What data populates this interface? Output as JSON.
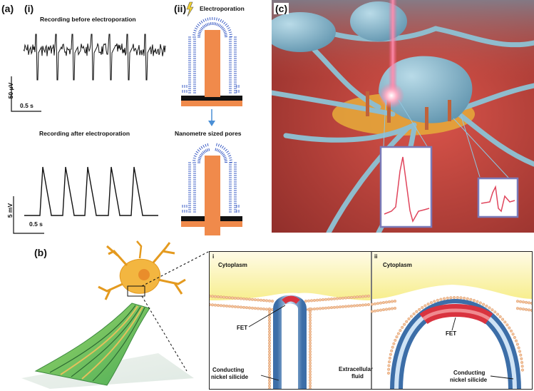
{
  "panel_a": {
    "label": "(a)",
    "sub_i": "(i)",
    "sub_ii": "(ii)",
    "trace_before_title": "Recording before electroporation",
    "trace_after_title": "Recording after electroporation",
    "scale_top_v": "50 μV",
    "scale_top_t": "0.5 s",
    "scale_bottom_v": "5 mV",
    "scale_bottom_t": "0.5 s",
    "electroporation_label": "Electroporation",
    "pores_label": "Nanometre sized pores"
  },
  "panel_c": {
    "label": "(c)"
  },
  "panel_b": {
    "label": "(b)",
    "sub_i": "i",
    "sub_ii": "ii",
    "cytoplasm_i": "Cytoplasm",
    "cytoplasm_ii": "Cytoplasm",
    "fet_i": "FET",
    "fet_ii": "FET",
    "conducting_i_1": "Conducting",
    "conducting_i_2": "nickel silicide",
    "conducting_ii_1": "Conducting",
    "conducting_ii_2": "nickel silicide",
    "extracellular_1": "Extracellular",
    "extracellular_2": "fluid"
  },
  "colors": {
    "nanopillar": "#f08a4b",
    "membrane": "#3b5cc4",
    "fet_red": "#d9333f",
    "tube_blue": "#7fb2e0",
    "panel_c_bg": "#c9463e",
    "cell_blue": "#86b6cc",
    "trace_red": "#e0455c",
    "cytoplasm": "#fbf7c6"
  }
}
